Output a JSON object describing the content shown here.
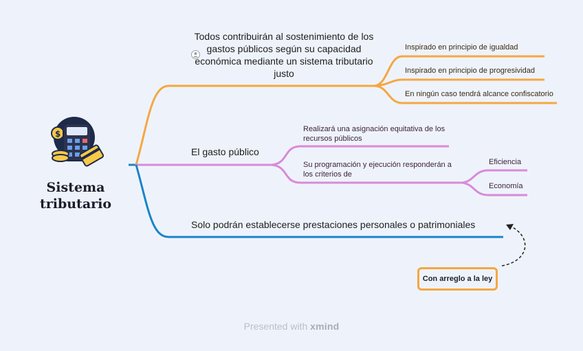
{
  "root": {
    "title": "Sistema tributario"
  },
  "branches": [
    {
      "text": "Todos contribuirán al sostenimiento de los gastos públicos según su capacidad económica mediante un sistema tributario justo",
      "children": [
        "Inspirado en principio de igualdad",
        "Inspirado en principio de progresividad",
        "En ningún caso tendrá alcance confiscatorio"
      ]
    },
    {
      "text": "El gasto público",
      "children": [
        {
          "text": "Realizará una asignación equitativa de los recursos públicos"
        },
        {
          "text": "Su programación y ejecución responderán a los criterios de",
          "children": [
            "Eficiencia",
            "Economía"
          ]
        }
      ]
    },
    {
      "text": "Solo podrán establecerse prestaciones personales o patrimoniales",
      "callout": "Con arreglo a la ley"
    }
  ],
  "footer": {
    "prefix": "Presented with",
    "brand": "xmind"
  },
  "colors": {
    "orange": "#f5a742",
    "purple": "#d98ad9",
    "blue": "#1a84c8",
    "background": "#eef3fb"
  },
  "icons": {
    "root": "calculator-money-icon",
    "branch1": "person-icon"
  }
}
